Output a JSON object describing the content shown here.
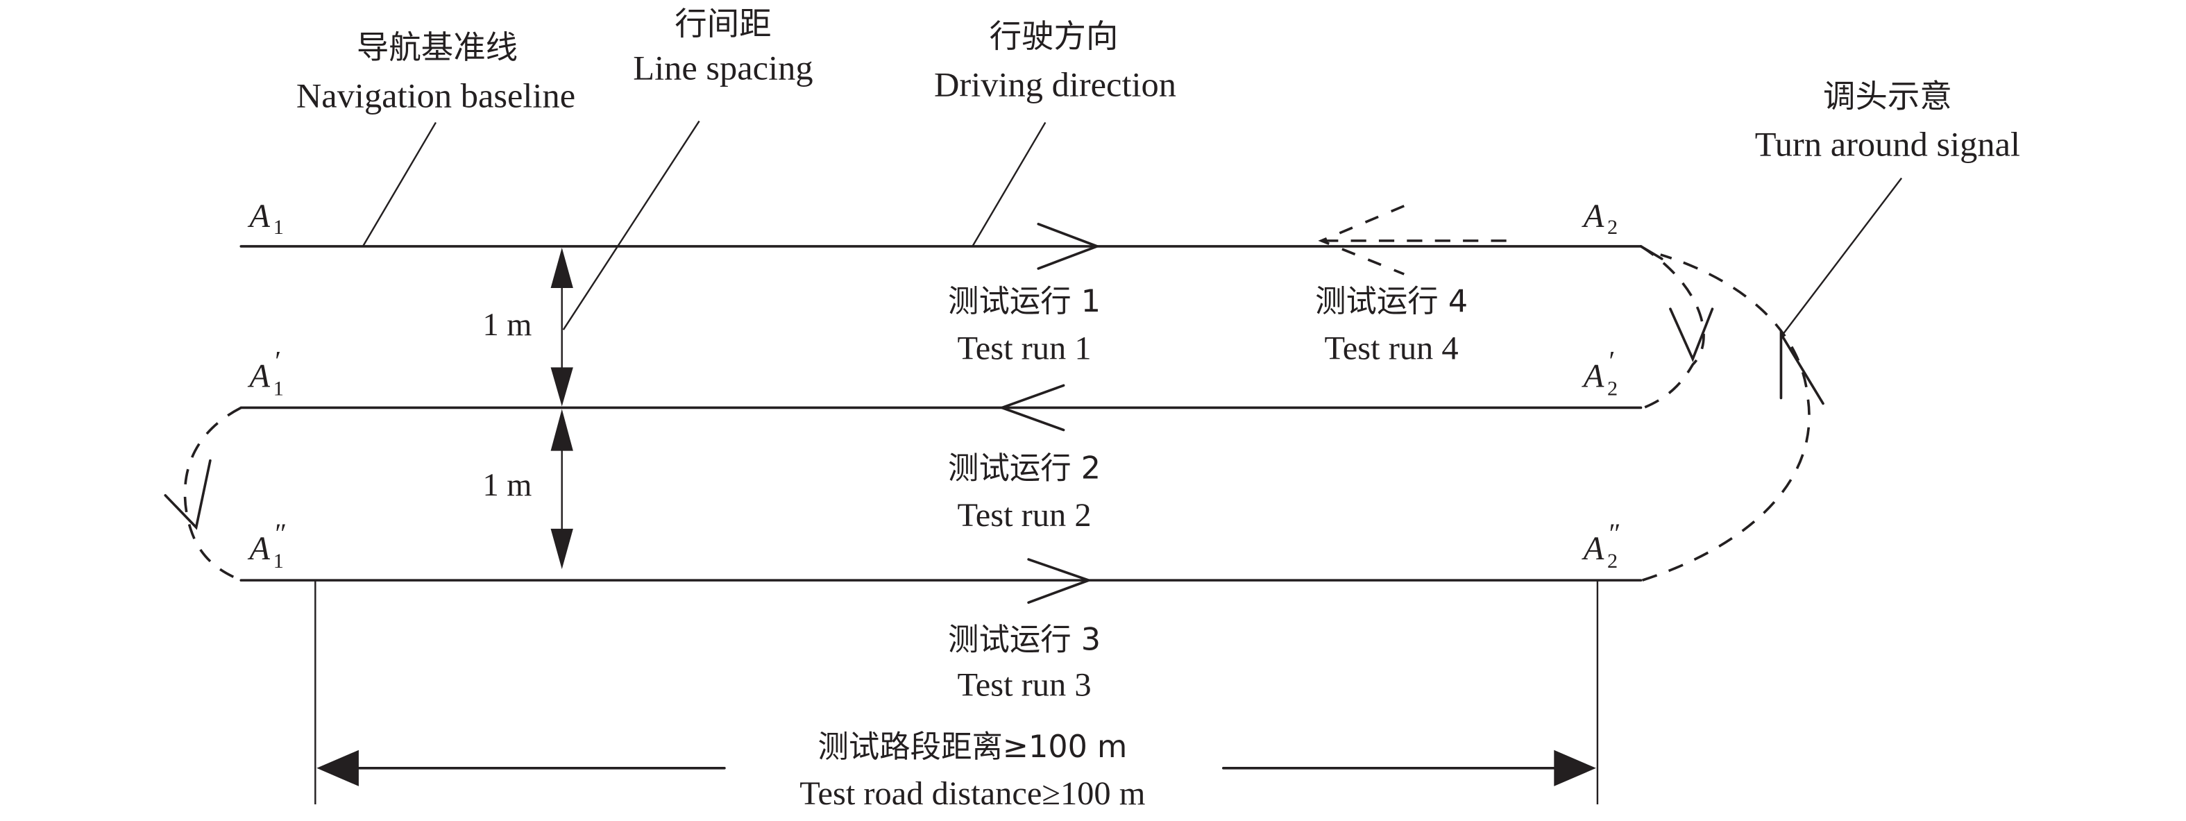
{
  "labels": {
    "navigation_baseline": {
      "zh": "导航基准线",
      "en": "Navigation baseline"
    },
    "line_spacing": {
      "zh": "行间距",
      "en": "Line spacing"
    },
    "driving_direction": {
      "zh": "行驶方向",
      "en": "Driving direction"
    },
    "turn_around": {
      "zh": "调头示意",
      "en": "Turn around signal"
    }
  },
  "points": {
    "a1": {
      "base": "A",
      "sub": "1",
      "prime": ""
    },
    "a1p": {
      "base": "A",
      "sub": "1",
      "prime": "′"
    },
    "a1pp": {
      "base": "A",
      "sub": "1",
      "prime": "″"
    },
    "a2": {
      "base": "A",
      "sub": "2",
      "prime": ""
    },
    "a2p": {
      "base": "A",
      "sub": "2",
      "prime": "′"
    },
    "a2pp": {
      "base": "A",
      "sub": "2",
      "prime": "″"
    }
  },
  "spacing": {
    "upper": "1 m",
    "lower": "1 m"
  },
  "runs": [
    {
      "zh": "测试运行 1",
      "en": "Test run 1"
    },
    {
      "zh": "测试运行 2",
      "en": "Test run 2"
    },
    {
      "zh": "测试运行 3",
      "en": "Test run 3"
    },
    {
      "zh": "测试运行 4",
      "en": "Test run 4"
    }
  ],
  "distance": {
    "zh": "测试路段距离≥100 m",
    "en": "Test road distance≥100 m"
  },
  "colors": {
    "ink": "#231f20",
    "background": "#ffffff"
  }
}
